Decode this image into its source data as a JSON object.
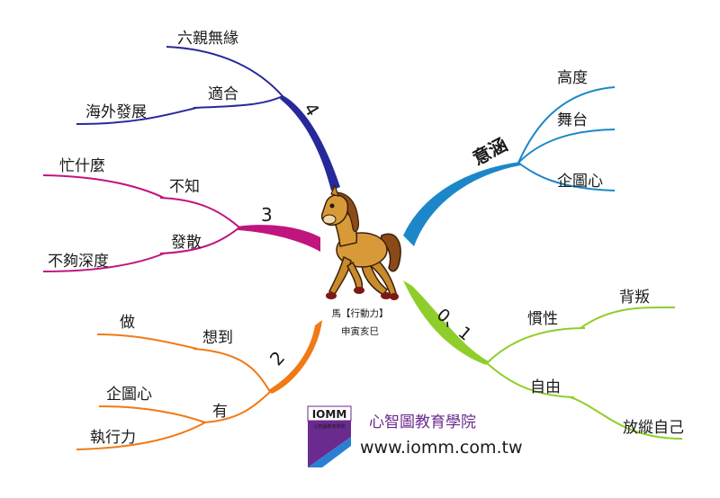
{
  "center": {
    "caption_line1": "馬【行動力】",
    "caption_line2": "申寅亥巳"
  },
  "branches": {
    "top_right": {
      "color": "#1b87c9",
      "title": "意涵",
      "subs": [
        "高度",
        "舞台",
        "企圖心"
      ]
    },
    "bottom_right": {
      "color": "#8fce2a",
      "title": "0、1",
      "subs": {
        "a": "慣性",
        "a_child": "背叛",
        "b": "自由",
        "b_child": "放縱自己"
      }
    },
    "top_left": {
      "color": "#27299a",
      "title": "4",
      "sub": "適合",
      "children": [
        "六親無緣",
        "海外發展"
      ]
    },
    "mid_left": {
      "color": "#c0147f",
      "title": "3",
      "subs": {
        "a": "不知",
        "a_child": "忙什麼",
        "b": "發散",
        "b_child": "不夠深度"
      }
    },
    "bottom_left": {
      "color": "#f07a16",
      "title": "2",
      "subs": {
        "a": "想到",
        "a_child": "做",
        "b": "有",
        "b_children": [
          "企圖心",
          "執行力"
        ]
      }
    }
  },
  "branding": {
    "logo_mark": "IOMM",
    "logo_small_text": "心智圖教育學院",
    "name": "心智圖教育學院",
    "url": "www.iomm.com.tw",
    "colors": {
      "purple": "#6a2a8e",
      "blue": "#2b7fd3",
      "magenta": "#b0167a"
    }
  }
}
